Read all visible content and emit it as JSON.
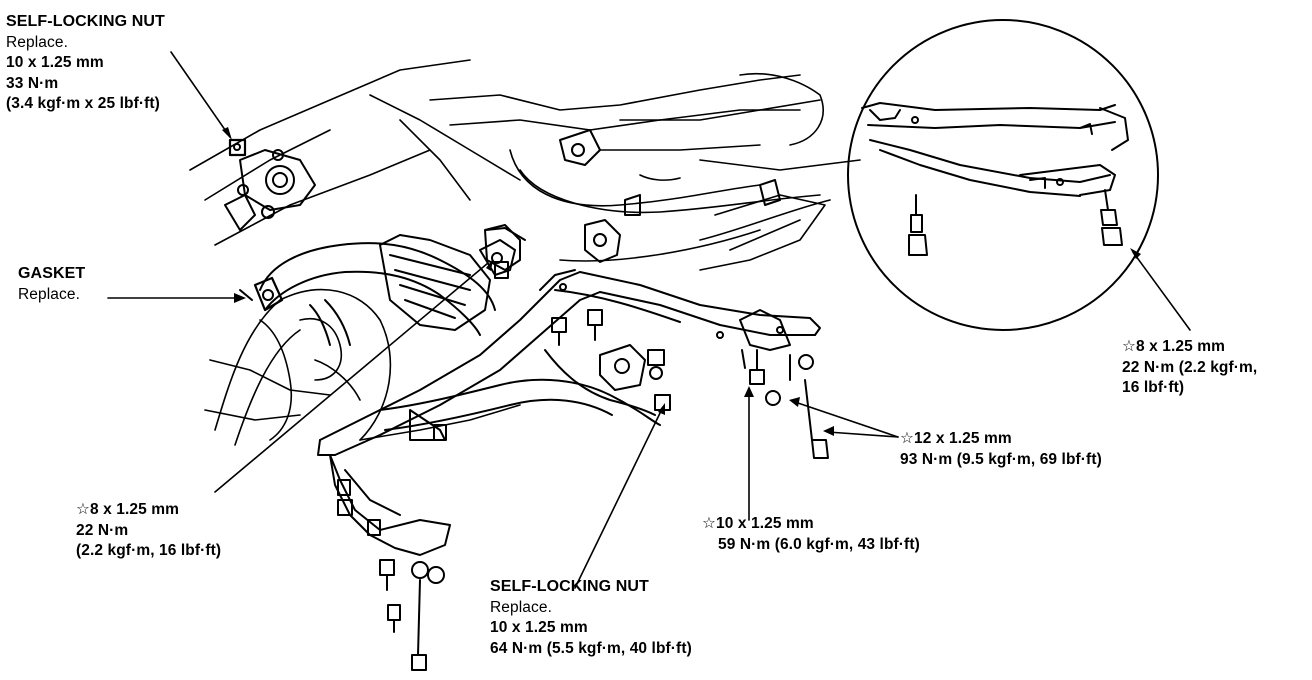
{
  "colors": {
    "ink": "#000000",
    "paper": "#ffffff"
  },
  "icons": [
    "star-outline-icon"
  ],
  "labels": {
    "nut_top": {
      "title": "SELF-LOCKING NUT",
      "note": "Replace.",
      "size": "10 x 1.25 mm",
      "torque": "33 N·m",
      "torque_alt": "(3.4 kgf·m x 25 lbf·ft)"
    },
    "gasket": {
      "title": "GASKET",
      "note": "Replace."
    },
    "bolt_upper_right": {
      "star": "☆",
      "size": "8 x 1.25 mm",
      "torque": "22 N·m (2.2 kgf·m,",
      "torque_alt": "16 lbf·ft)"
    },
    "bolt_12": {
      "star": "☆",
      "size": "12 x 1.25 mm",
      "torque": "93 N·m (9.5 kgf·m, 69 lbf·ft)"
    },
    "bolt_lower_left": {
      "star": "☆",
      "size": "8 x 1.25 mm",
      "torque": "22 N·m",
      "torque_alt": "(2.2 kgf·m, 16 lbf·ft)"
    },
    "bolt_10": {
      "star": "☆",
      "size": "10 x 1.25 mm",
      "torque": "59 N·m (6.0 kgf·m, 43 lbf·ft)"
    },
    "nut_bottom": {
      "title": "SELF-LOCKING NUT",
      "note": "Replace.",
      "size": "10 x 1.25 mm",
      "torque": "64 N·m (5.5 kgf·m, 40 lbf·ft)"
    }
  }
}
